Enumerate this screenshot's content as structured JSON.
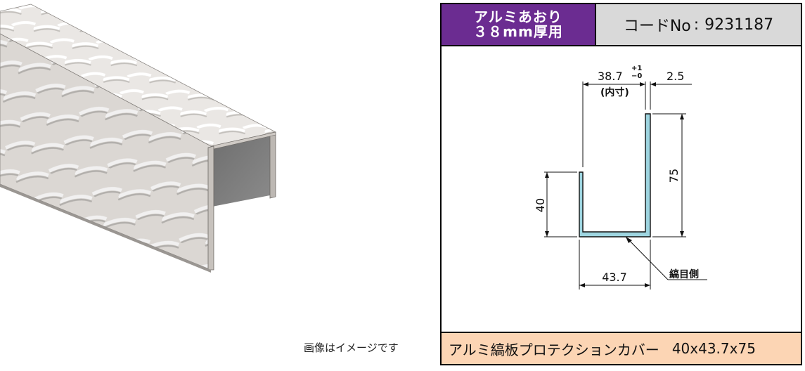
{
  "header": {
    "product_line1": "アルミあおり",
    "product_line2": "３８mm厚用",
    "code_label": "コードNo",
    "code_sep": ":",
    "code_value": "9231187"
  },
  "drawing": {
    "inner_width": "38.7",
    "tolerance_upper": "+1",
    "tolerance_lower": "−0",
    "inner_note": "(内寸)",
    "thickness": "2.5",
    "right_height": "75",
    "left_height": "40",
    "outer_width": "43.7",
    "pattern_side": "縞目側"
  },
  "footer": {
    "product_name": "アルミ縞板プロテクションカバー",
    "spec": "40x43.7x75"
  },
  "caption": "画像はイメージです",
  "colors": {
    "header_purple": "#6b2c91",
    "header_gray": "#d9d9d9",
    "footer_peach": "#fcd5b4",
    "profile_fill": "#9ed5e0"
  }
}
